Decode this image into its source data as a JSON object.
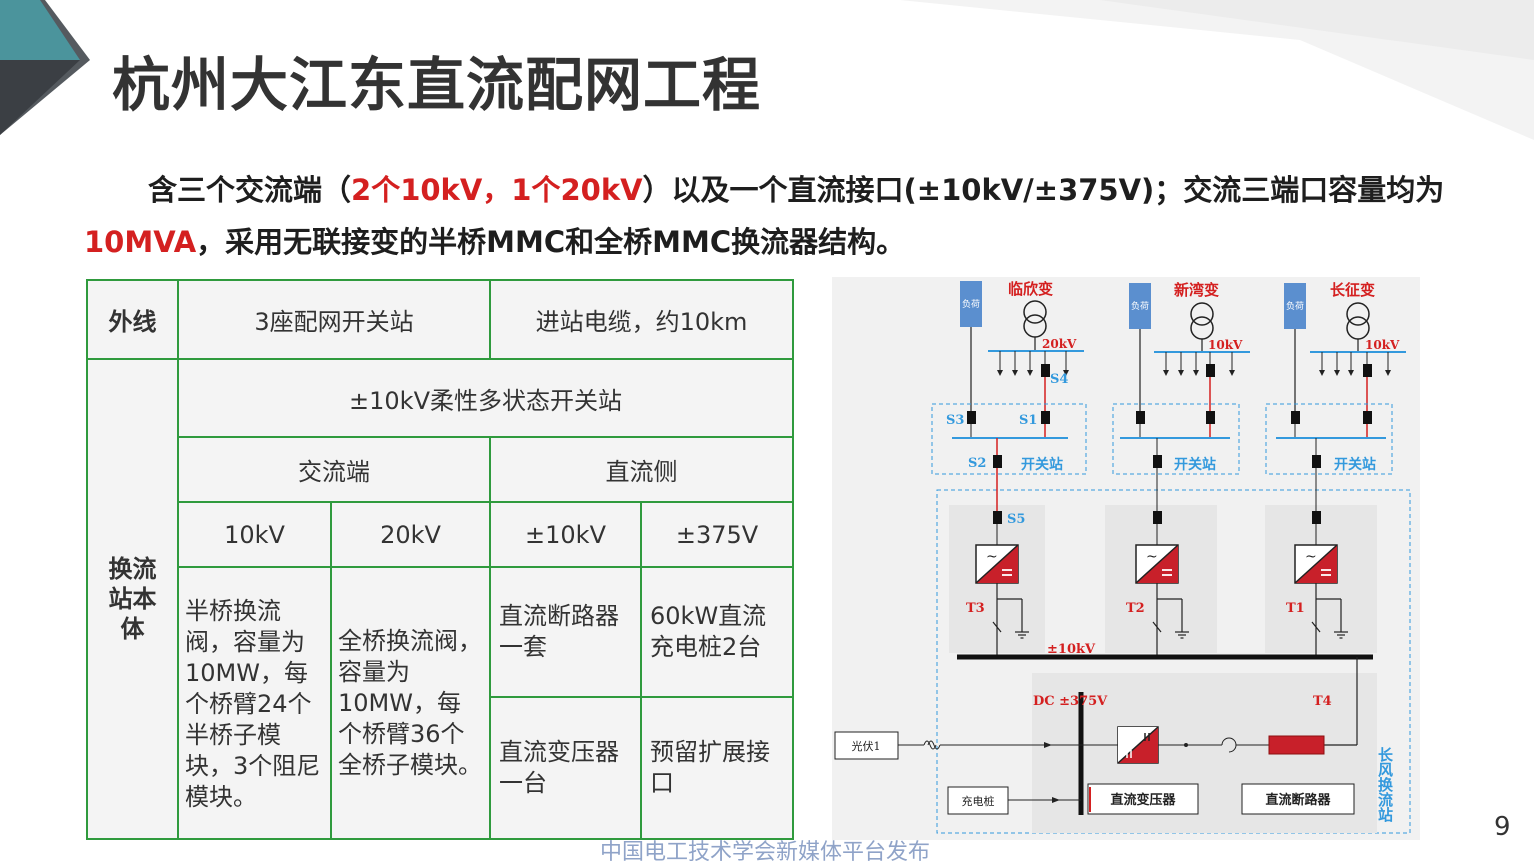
{
  "title": "杭州大江东直流配网工程",
  "intro": {
    "p1": "含三个交流端（",
    "r1": "2个10kV，1个20kV",
    "p2": "）以及一个直流接口(±10kV/±375V)；交流三端口容量均为",
    "r2": "10MVA",
    "p3": "，采用无联接变的半桥MMC和全桥MMC换流器结构。"
  },
  "table": {
    "waixian": "外线",
    "switch_stations": "3座配网开关站",
    "cable": "进站电缆，约10km",
    "body_label": "换流站本体",
    "flex_station": "±10kV柔性多状态开关站",
    "ac_side": "交流端",
    "dc_side": "直流侧",
    "ac1": "10kV",
    "ac2": "20kV",
    "dc1": "±10kV",
    "dc2": "±375V",
    "hb": "半桥换流阀，容量为10MW，每个桥臂24个半桥子模块，3个阻尼模块。",
    "fb": "全桥换流阀，容量为10MW，每个桥臂36个全桥子模块。",
    "dcb": "直流断路器一套",
    "charger": "60kW直流充电桩2台",
    "dct": "直流变压器一台",
    "reserve": "预留扩展接口"
  },
  "diagram": {
    "subs": [
      {
        "name": "临欣变",
        "kv": "20kV"
      },
      {
        "name": "新湾变",
        "kv": "10kV"
      },
      {
        "name": "长征变",
        "kv": "10kV"
      }
    ],
    "load": "负荷",
    "switch_station": "开关站",
    "labels": {
      "s1": "S1",
      "s2": "S2",
      "s3": "S3",
      "s4": "S4",
      "s5": "S5",
      "t1": "T1",
      "t2": "T2",
      "t3": "T3",
      "t4": "T4"
    },
    "bus10": "±10kV",
    "dc375": "DC  ±375V",
    "pv": "光伏1",
    "charger": "充电桩",
    "dcdc": "直流变压器",
    "dcbreaker": "直流断路器",
    "station": "长风换流站"
  },
  "footer": "中国电工技术学会新媒体平台发布",
  "page": "9",
  "colors": {
    "accent_teal": "#4a9aa3",
    "table_border": "#2f9a3d",
    "red": "#d42020",
    "diagram_blue": "#3399dd"
  }
}
